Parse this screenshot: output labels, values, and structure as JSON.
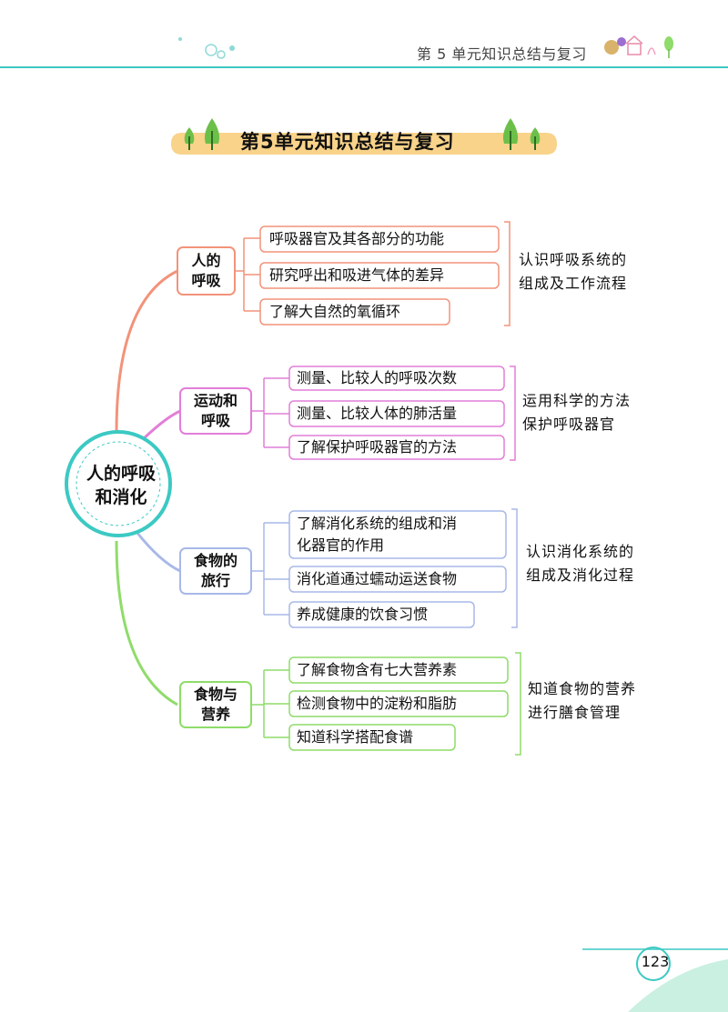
{
  "header": {
    "text": "第 5 单元知识总结与复习"
  },
  "title": "第5单元知识总结与复习",
  "center": {
    "line1": "人的呼吸",
    "line2": "和消化"
  },
  "branches": [
    {
      "line1": "人的",
      "line2": "呼吸",
      "color": "#f2937a",
      "items": [
        "呼吸器官及其各部分的功能",
        "研究呼出和吸进气体的差异",
        "了解大自然的氧循环"
      ],
      "goal": {
        "line1": "认识呼吸系统的",
        "line2": "组成及工作流程"
      }
    },
    {
      "line1": "运动和",
      "line2": "呼吸",
      "color": "#e27ed8",
      "items": [
        "测量、比较人的呼吸次数",
        "测量、比较人体的肺活量",
        "了解保护呼吸器官的方法"
      ],
      "goal": {
        "line1": "运用科学的方法",
        "line2": "保护呼吸器官"
      }
    },
    {
      "line1": "食物的",
      "line2": "旅行",
      "color": "#a8b8e8",
      "items": [
        "了解消化系统的组成和消",
        "化器官的作用",
        "消化道通过蠕动运送食物",
        "养成健康的饮食习惯"
      ],
      "goal": {
        "line1": "认识消化系统的",
        "line2": "组成及消化过程"
      }
    },
    {
      "line1": "食物与",
      "line2": "营养",
      "color": "#8fdc6a",
      "items": [
        "了解食物含有七大营养素",
        "检测食物中的淀粉和脂肪",
        "知道科学搭配食谱"
      ],
      "goal": {
        "line1": "知道食物的营养",
        "line2": "进行膳食管理"
      }
    }
  ],
  "page_number": "123",
  "colors": {
    "accent": "#3cc9c3",
    "title_band": "#f9d38a",
    "tree": "#6cc04a"
  }
}
